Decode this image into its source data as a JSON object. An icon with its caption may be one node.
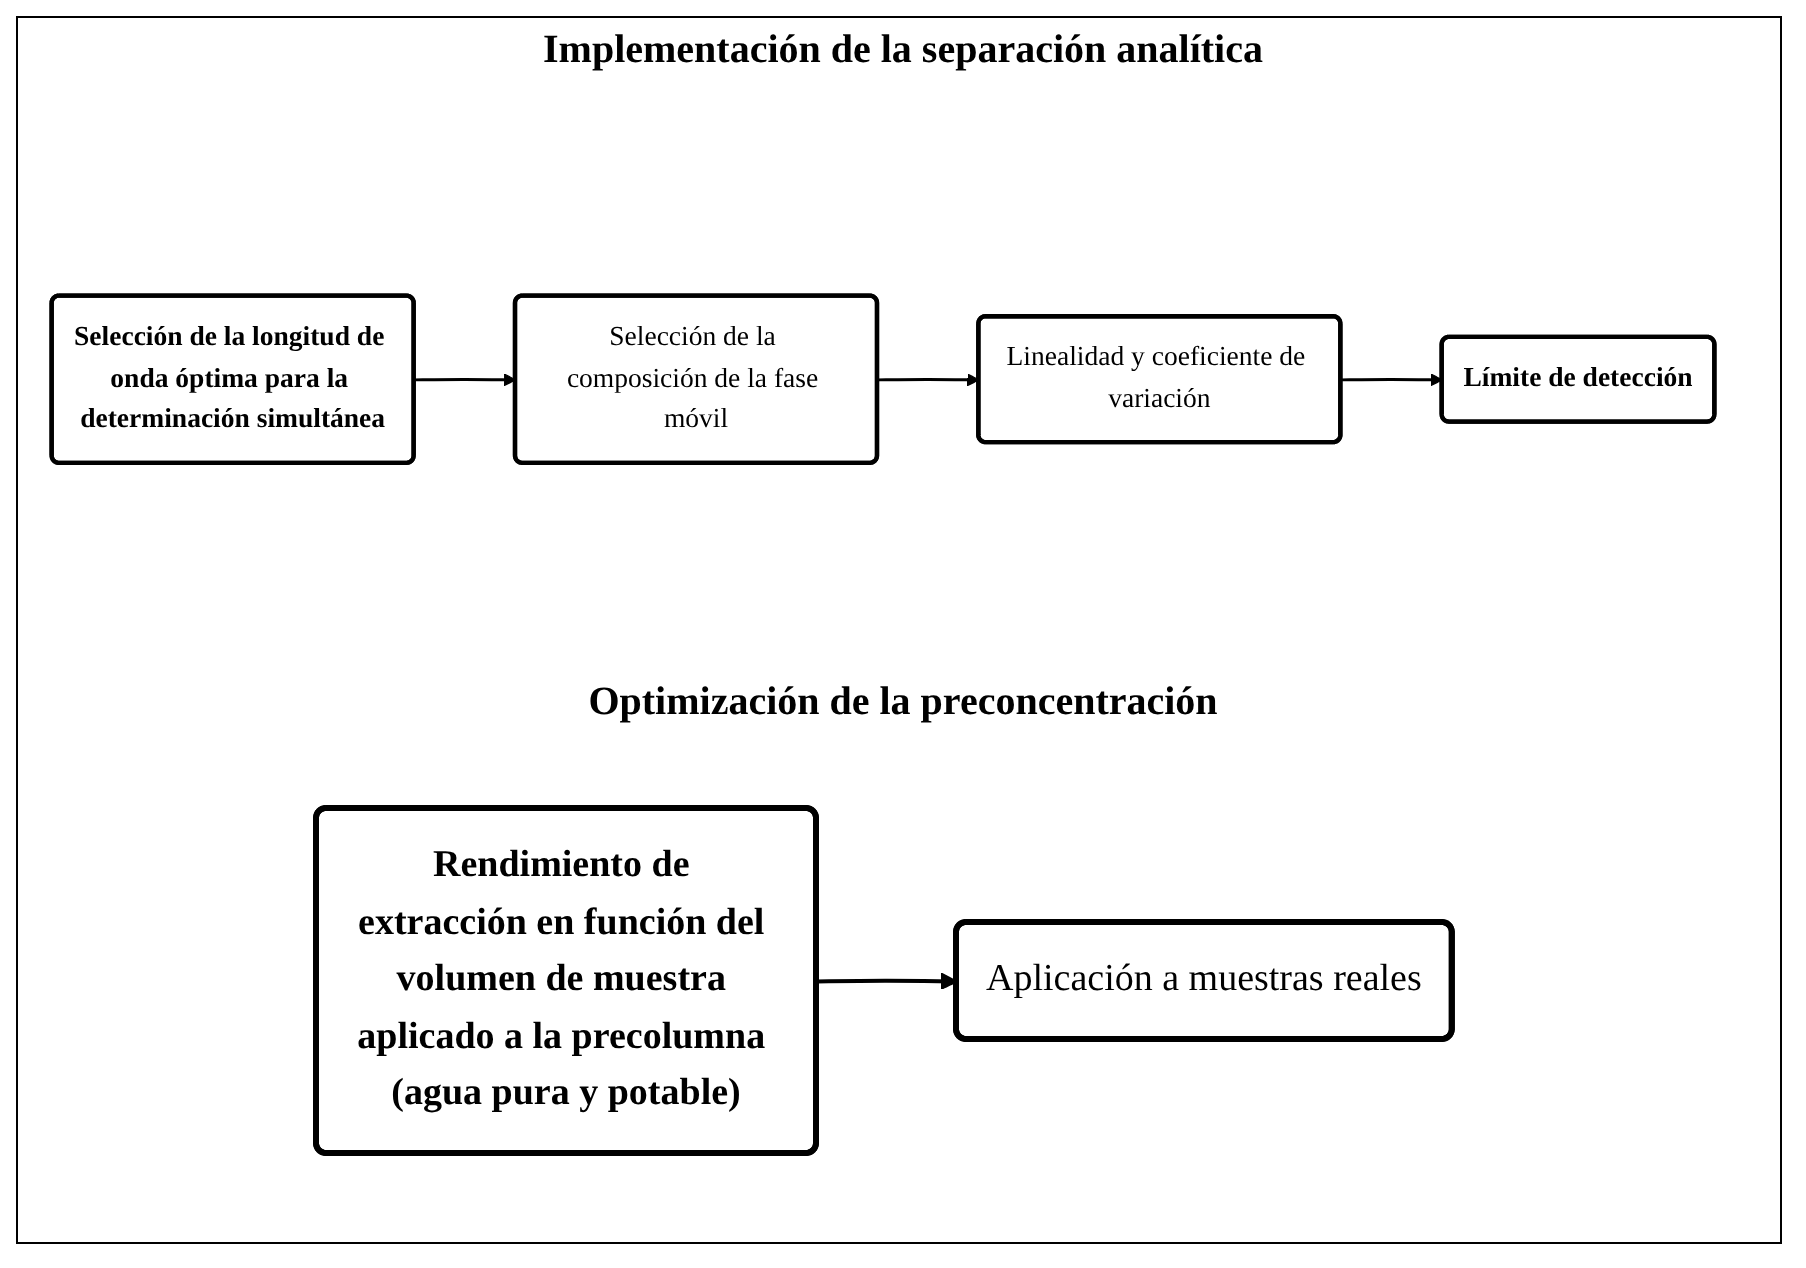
{
  "diagram": {
    "nodes": [
      {
        "text": [
          "Selección de la longitud de onda óptima para la determinación simultánea"
        ]
      },
      {
        "text": [
          "Selección de la composición de la fase móvil"
        ]
      },
      {
        "text": [
          "Linealidad y coeficiente de variación"
        ]
      },
      {
        "text": [
          "Límite de detección"
        ]
      },
      {
        "text": [
          "Rendimiento de extracción en función del volumen de muestra aplicado a la precolumna (agua pura y potable)"
        ]
      },
      {
        "text": [
          "Aplicación a muestras reales"
        ]
      }
    ],
    "edges": [
      {
        "from": 0,
        "to": 1,
        "arrow": "to"
      },
      {
        "from": 1,
        "to": 2,
        "arrow": "to"
      },
      {
        "from": 2,
        "to": 3,
        "arrow": "to"
      },
      {
        "from": 4,
        "to": 5,
        "arrow": "to"
      }
    ],
    "labels": [
      "Implementación de la separación analítica",
      "Optimización de la preconcentración"
    ]
  }
}
